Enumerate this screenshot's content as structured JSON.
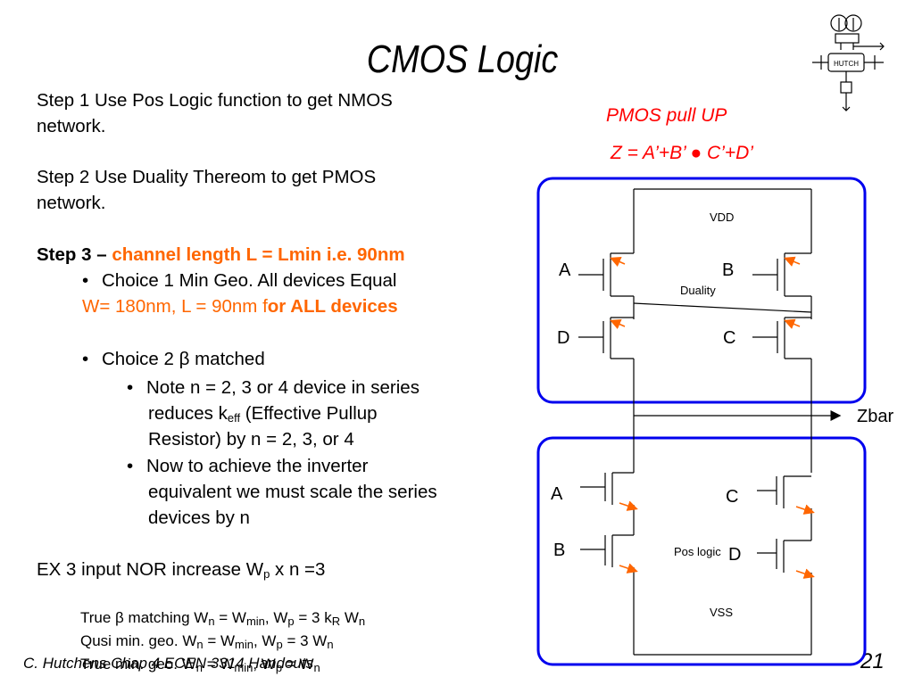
{
  "slide": {
    "title": "CMOS Logic",
    "page_number": "21",
    "footer": "C. Hutchens Chap 4 ECEN 3314 Handouts"
  },
  "left_text": {
    "step1_line1": "Step 1 Use Pos Logic function to get NMOS",
    "step1_line2": "network.",
    "step2_line1": "Step 2 Use Duality Thereom to get PMOS",
    "step2_line2": "network.",
    "step3_label": "Step 3 – ",
    "step3_text": "channel length L = Lmin i.e. 90nm",
    "choice1": "Choice 1 Min Geo. All devices Equal",
    "choice1_detail_a": "W= 180nm, L = 90nm f",
    "choice1_detail_b": "or ALL devices",
    "choice2_a": "Choice 2 ",
    "choice2_beta": "β",
    "choice2_b": " matched",
    "note_line1": "Note n = 2, 3 or 4 device in series",
    "note_line2_a": "reduces k",
    "note_line2_sub": "eff",
    "note_line2_b": " (Effective Pullup",
    "note_line3": "Resistor) by n = 2, 3, or 4",
    "now_line1": "Now to achieve the inverter",
    "now_line2": "equivalent we must scale the series",
    "now_line3": "devices by n",
    "ex3_a": "EX 3 input NOR increase W",
    "ex3_sub": "p",
    "ex3_b": "  x  n =3",
    "true_match_a": "True ",
    "true_match_beta": "β",
    "true_match_b": " matching  W",
    "true_match_sub_n": "n",
    "true_match_c": "  = W",
    "true_match_sub_min": "min",
    "true_match_d": ", W",
    "true_match_sub_p": "p",
    "true_match_e": " = 3 k",
    "true_match_sub_r": "R",
    "true_match_f": " W",
    "true_match_sub_n2": "n",
    "qusi_a": "Qusi min. geo. W",
    "qusi_sub_n": "n",
    "qusi_b": "  = W",
    "qusi_sub_min": "min",
    "qusi_c": ", W",
    "qusi_sub_p": "p",
    "qusi_d": " = 3 W",
    "qusi_sub_n2": "n",
    "truemin_a": "True min. geo. W",
    "truemin_sub_n": "n",
    "truemin_b": "  = W",
    "truemin_sub_min": "min",
    "truemin_c": ", W",
    "truemin_sub_p": "p",
    "truemin_d": " =  W",
    "truemin_sub_n2": "n"
  },
  "circuit": {
    "pmos_heading": "PMOS pull UP",
    "equation_left": "Z = A’+B’ ",
    "equation_dot": "●",
    "equation_right": " C’+D’",
    "vdd": "VDD",
    "vss": "VSS",
    "duality": "Duality",
    "pos_logic": "Pos logic",
    "output": "Zbar",
    "pmos_a": "A",
    "pmos_b": "B",
    "pmos_c": "C",
    "pmos_d": "D",
    "nmos_a": "A",
    "nmos_b": "B",
    "nmos_c": "C",
    "nmos_d": "D",
    "box_color": "#0000ee",
    "arrow_color": "#ff6600"
  },
  "logo": {
    "text": "HUTCH"
  }
}
